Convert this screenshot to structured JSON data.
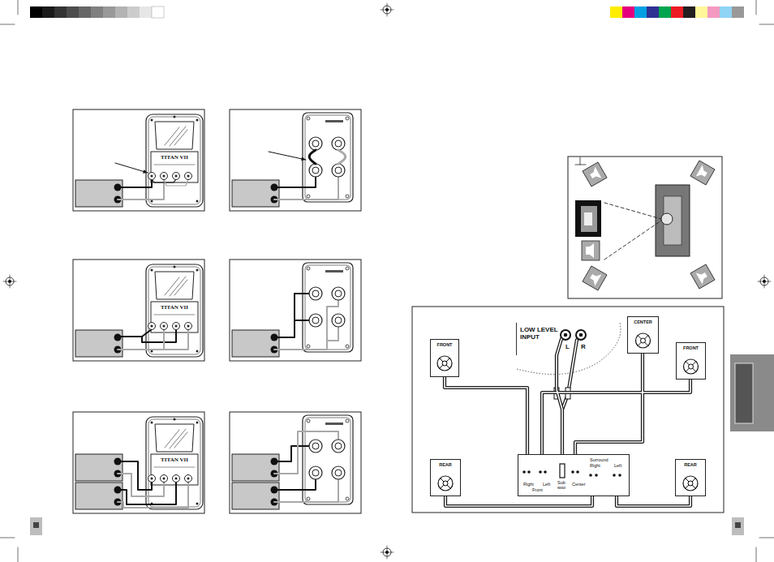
{
  "diagram": {
    "nodes": [
      {
        "text": [
          "FRONT"
        ]
      },
      {
        "text": [
          "LOW LEVEL INPUT",
          "L",
          "R"
        ]
      },
      {
        "text": [
          "CENTER"
        ]
      },
      {
        "text": [
          "FRONT"
        ]
      },
      {
        "text": [
          "REAR"
        ]
      },
      {
        "text": [
          "Right",
          "Front",
          "Left",
          "Sub woo",
          "Center",
          "Surround",
          "Right",
          "Left"
        ]
      },
      {
        "text": [
          "REAR"
        ]
      }
    ],
    "edges": [
      {
        "from": 5,
        "to": 0,
        "arrow": "none"
      },
      {
        "from": 5,
        "to": 1,
        "arrow": "none"
      },
      {
        "from": 5,
        "to": 2,
        "arrow": "none"
      },
      {
        "from": 5,
        "to": 3,
        "arrow": "none"
      },
      {
        "from": 5,
        "to": 4,
        "arrow": "none"
      },
      {
        "from": 5,
        "to": 6,
        "arrow": "none"
      }
    ],
    "labels": [
      "TITAN VII",
      "TITAN VII",
      "TITAN VII"
    ]
  }
}
